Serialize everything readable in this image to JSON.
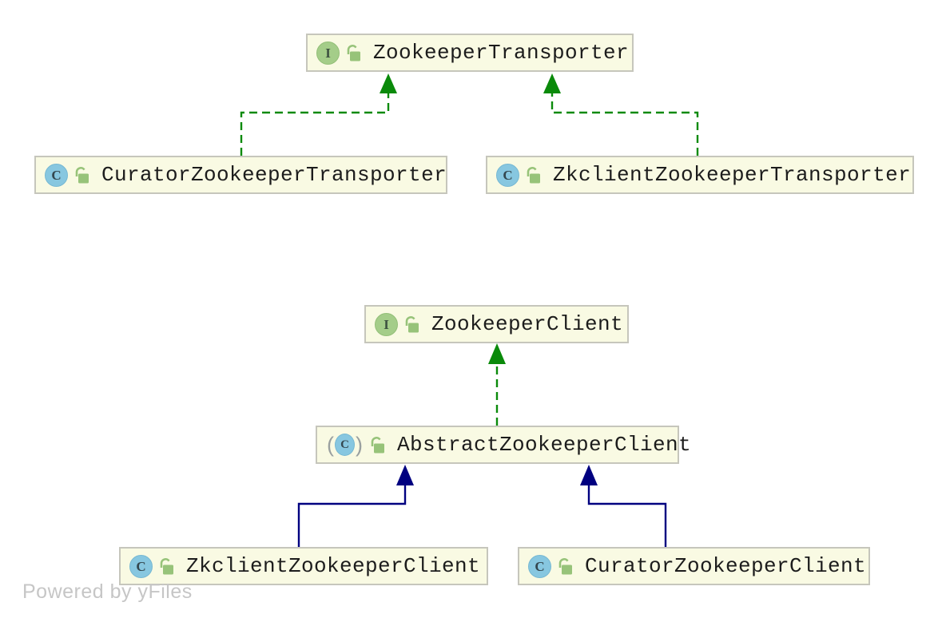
{
  "diagram": {
    "kind": "uml-class-hierarchy",
    "watermark": "Powered by yFiles",
    "colors": {
      "node_fill": "#f9fae3",
      "node_border": "#c6c6bc",
      "implements_arrow": "#0a8a0a",
      "extends_arrow": "#000080",
      "interface_badge": "#a4cd89",
      "class_badge": "#87c7e0",
      "lock_icon": "#97c379",
      "watermark_text": "#c6c6c6"
    },
    "nodes": [
      {
        "label": "ZookeeperTransporter",
        "kind": "interface",
        "icon_letter": "I"
      },
      {
        "label": "CuratorZookeeperTransporter",
        "kind": "class",
        "icon_letter": "C"
      },
      {
        "label": "ZkclientZookeeperTransporter",
        "kind": "class",
        "icon_letter": "C"
      },
      {
        "label": "ZookeeperClient",
        "kind": "interface",
        "icon_letter": "I"
      },
      {
        "label": "AbstractZookeeperClient",
        "kind": "abstract-class",
        "icon_letter": "C",
        "paren_open": "(",
        "paren_close": ")"
      },
      {
        "label": "ZkclientZookeeperClient",
        "kind": "class",
        "icon_letter": "C"
      },
      {
        "label": "CuratorZookeeperClient",
        "kind": "class",
        "icon_letter": "C"
      }
    ],
    "edges": [
      {
        "from": "CuratorZookeeperTransporter",
        "to": "ZookeeperTransporter",
        "type": "implements"
      },
      {
        "from": "ZkclientZookeeperTransporter",
        "to": "ZookeeperTransporter",
        "type": "implements"
      },
      {
        "from": "AbstractZookeeperClient",
        "to": "ZookeeperClient",
        "type": "implements"
      },
      {
        "from": "ZkclientZookeeperClient",
        "to": "AbstractZookeeperClient",
        "type": "extends"
      },
      {
        "from": "CuratorZookeeperClient",
        "to": "AbstractZookeeperClient",
        "type": "extends"
      }
    ]
  }
}
